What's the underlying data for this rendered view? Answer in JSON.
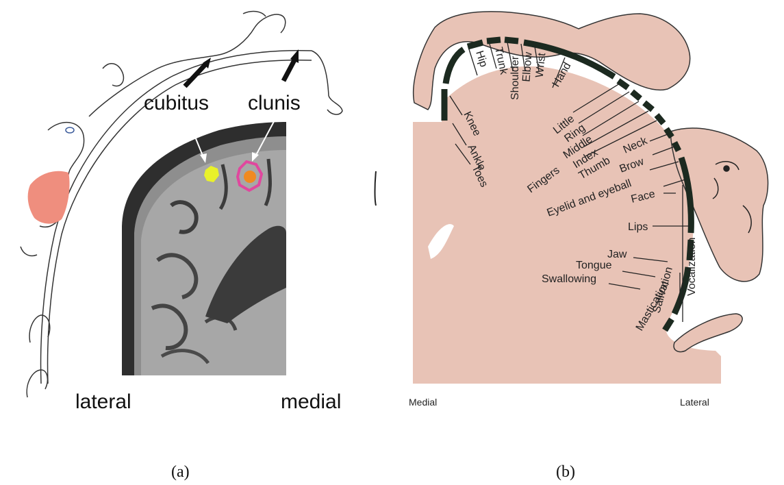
{
  "panel_a": {
    "labels": {
      "cubitus": "cubitus",
      "clunis": "clunis",
      "lateral": "lateral",
      "medial": "medial"
    },
    "colors": {
      "mri_bg": "#9a9a9a",
      "cubitus_marker": "#e9f12a",
      "clunis_marker": "#e0479e",
      "clunis_core": "#f08a20",
      "lips": "#ef8e7e"
    }
  },
  "panel_b": {
    "labels": {
      "hip": "Hip",
      "trunk": "Trunk",
      "shoulder": "Shoulder",
      "elbow": "Elbow",
      "wrist": "Wrist",
      "hand": "Hand",
      "little": "Little",
      "ring": "Ring",
      "middle": "Middle",
      "index": "Index",
      "thumb": "Thumb",
      "neck": "Neck",
      "brow": "Brow",
      "fingers": "Fingers",
      "eyelid": "Eyelid and eyeball",
      "face": "Face",
      "lips": "Lips",
      "jaw": "Jaw",
      "tongue": "Tongue",
      "swallowing": "Swallowing",
      "knee": "Knee",
      "ankle": "Ankle",
      "toes": "Toes",
      "vocalization": "Vocalization",
      "salivation": "Salivation",
      "mastication": "Mastication",
      "medial": "Medial",
      "lateral": "Lateral"
    },
    "colors": {
      "cortex": "#e8c3b6",
      "band": "#1c2a20"
    }
  },
  "captions": {
    "a": "(a)",
    "b": "(b)"
  }
}
